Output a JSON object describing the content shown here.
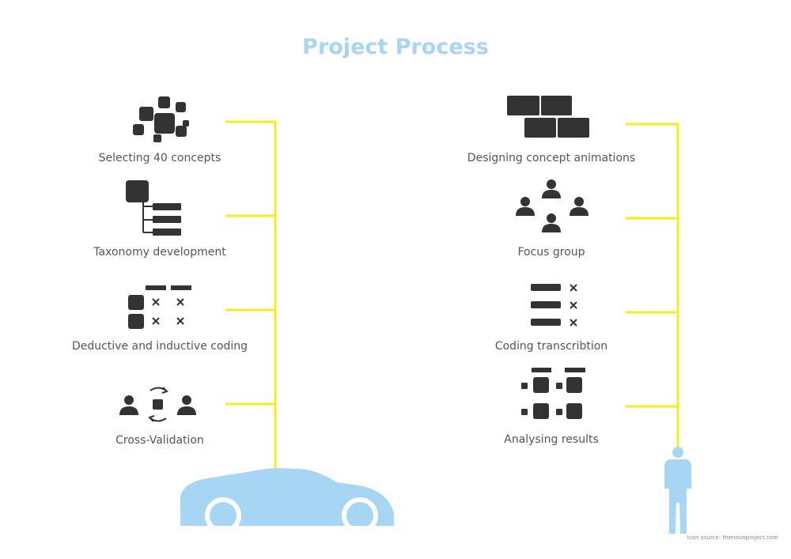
{
  "title": "Project Process",
  "colors": {
    "title": "#a6d6f3",
    "connector": "#f5ee1e",
    "icon": "#333333",
    "car": "#a6d6f3",
    "person": "#a6d6f3"
  },
  "left_steps": [
    {
      "label": "Selecting 40 concepts",
      "icon": "cluster-icon"
    },
    {
      "label": "Taxonomy development",
      "icon": "hierarchy-icon"
    },
    {
      "label": "Deductive and inductive coding",
      "icon": "coding-grid-icon"
    },
    {
      "label": "Cross-Validation",
      "icon": "cross-validation-icon"
    }
  ],
  "right_steps": [
    {
      "label": "Designing concept animations",
      "icon": "bricks-icon"
    },
    {
      "label": "Focus group",
      "icon": "group-icon"
    },
    {
      "label": "Coding transcribtion",
      "icon": "checklist-icon"
    },
    {
      "label": "Analysing results",
      "icon": "analysis-icon"
    }
  ],
  "credit": "Icon source: thenounproject.com"
}
